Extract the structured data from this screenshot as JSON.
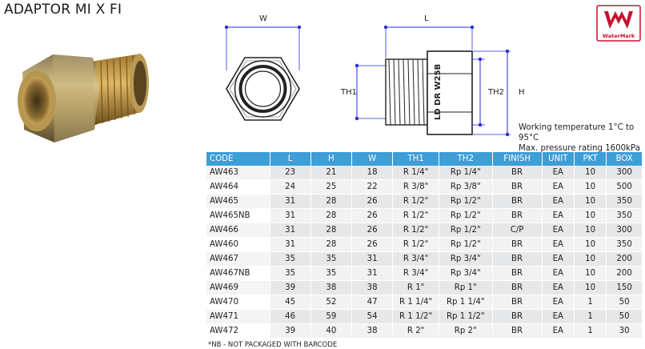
{
  "title": "ADAPTOR MI X FI",
  "drawing": {
    "dim_w": "W",
    "dim_l": "L",
    "dim_th1": "TH1",
    "dim_th2": "TH2",
    "dim_h": "H",
    "marking": "LD DR  W25B"
  },
  "badge": {
    "label": "WaterMark",
    "color": "#c8102e"
  },
  "notes": {
    "temperature": "Working temperature 1°C to 95°C",
    "pressure": "Max. pressure rating 1600kPa"
  },
  "table": {
    "headers": [
      "CODE",
      "L",
      "H",
      "W",
      "TH1",
      "TH2",
      "FINISH",
      "UNIT",
      "PKT",
      "BOX"
    ],
    "rows": [
      [
        "AW463",
        "23",
        "21",
        "18",
        "R 1/4\"",
        "Rp 1/4\"",
        "BR",
        "EA",
        "10",
        "300"
      ],
      [
        "AW464",
        "24",
        "25",
        "22",
        "R 3/8\"",
        "Rp 3/8\"",
        "BR",
        "EA",
        "10",
        "500"
      ],
      [
        "AW465",
        "31",
        "28",
        "26",
        "R 1/2\"",
        "Rp 1/2\"",
        "BR",
        "EA",
        "10",
        "350"
      ],
      [
        "AW465NB",
        "31",
        "28",
        "26",
        "R 1/2\"",
        "Rp 1/2\"",
        "BR",
        "EA",
        "10",
        "350"
      ],
      [
        "AW466",
        "31",
        "28",
        "26",
        "R 1/2\"",
        "Rp 1/2\"",
        "C/P",
        "EA",
        "10",
        "300"
      ],
      [
        "AW460",
        "31",
        "28",
        "26",
        "R 1/2\"",
        "Rp 1/2\"",
        "BR",
        "EA",
        "10",
        "350"
      ],
      [
        "AW467",
        "35",
        "35",
        "31",
        "R 3/4\"",
        "Rp 3/4\"",
        "BR",
        "EA",
        "10",
        "200"
      ],
      [
        "AW467NB",
        "35",
        "35",
        "31",
        "R 3/4\"",
        "Rp 3/4\"",
        "BR",
        "EA",
        "10",
        "200"
      ],
      [
        "AW469",
        "39",
        "38",
        "38",
        "R 1\"",
        "Rp 1\"",
        "BR",
        "EA",
        "10",
        "150"
      ],
      [
        "AW470",
        "45",
        "52",
        "47",
        "R 1 1/4\"",
        "Rp 1 1/4\"",
        "BR",
        "EA",
        "1",
        "50"
      ],
      [
        "AW471",
        "46",
        "59",
        "54",
        "R 1 1/2\"",
        "Rp 1 1/2\"",
        "BR",
        "EA",
        "1",
        "50"
      ],
      [
        "AW472",
        "39",
        "40",
        "38",
        "R 2\"",
        "Rp 2\"",
        "BR",
        "EA",
        "1",
        "30"
      ]
    ],
    "header_color": "#3e9ed6"
  },
  "footnote": "*NB - NOT PACKAGED WITH BARCODE"
}
